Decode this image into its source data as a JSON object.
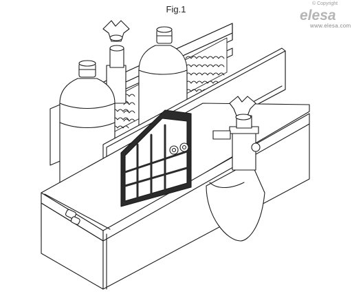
{
  "figure": {
    "title": "Fig.1"
  },
  "watermark": {
    "copyright": "© Copyright",
    "brand": "elesa",
    "website": "www.elesa.com"
  },
  "colors": {
    "line": "#1a1a1a",
    "fill": "#ffffff",
    "dark_part": "#2b2b2b",
    "logo": "#b5b5b5"
  }
}
